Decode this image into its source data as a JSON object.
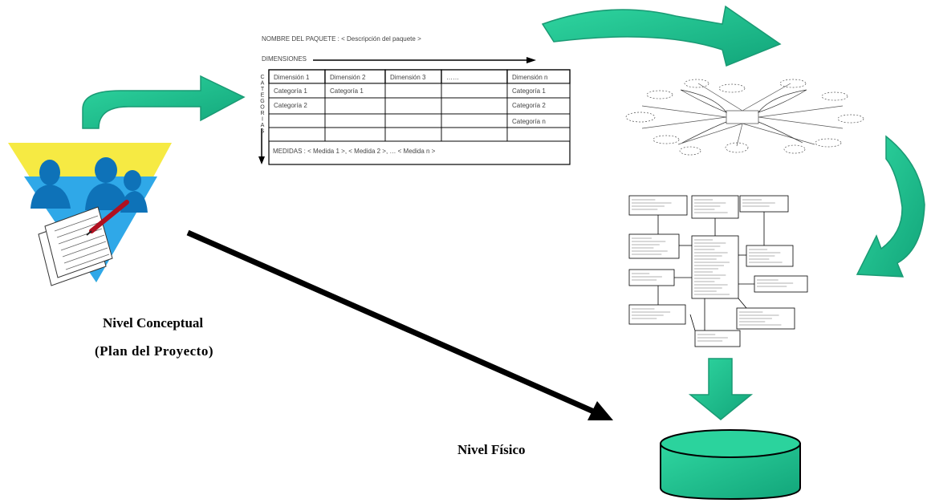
{
  "labels": {
    "conceptual_line1": "Nivel Conceptual",
    "conceptual_line2": "(Plan del Proyecto)",
    "fisico": "Nivel Físico"
  },
  "grid": {
    "title": "NOMBRE DEL PAQUETE : < Descripción del paquete >",
    "dimensiones_label": "DIMENSIONES",
    "side_label": "CATEGORIAS",
    "header": [
      "Dimensión 1",
      "Dimensión 2",
      "Dimensión 3",
      "……",
      "Dimensión n"
    ],
    "rows": [
      [
        "Categoría 1",
        "Categoría 1",
        "",
        "",
        "Categoría 1"
      ],
      [
        "Categoría 2",
        "",
        "",
        "",
        "Categoría 2"
      ],
      [
        "",
        "",
        "",
        "",
        "Categoría n"
      ],
      [
        "",
        "",
        "",
        "",
        ""
      ]
    ],
    "footer": "MEDIDAS : < Medida 1 >, < Medida 2 >, … < Medida n >"
  },
  "colors": {
    "arrow_fill": "#1fbf8f",
    "arrow_stroke": "#1a9a74",
    "triangle_yellow": "#f6ea43",
    "triangle_blue": "#2fa8e8",
    "people": "#0e72b8",
    "black": "#000000"
  }
}
